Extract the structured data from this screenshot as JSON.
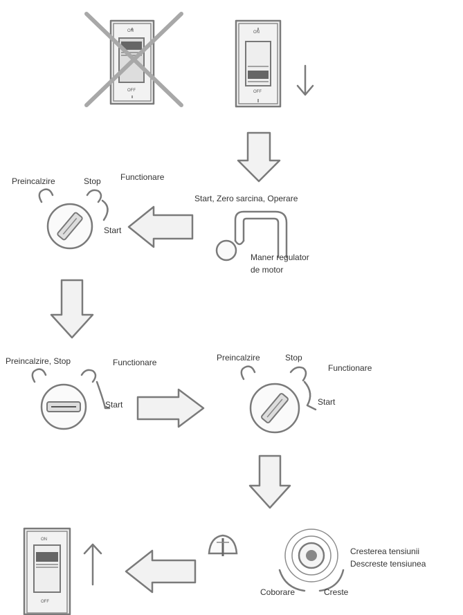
{
  "switch_labels": {
    "on": "ON",
    "off": "OFF"
  },
  "step2": {
    "preheat": "Preincalzire",
    "stop": "Stop",
    "run": "Functionare",
    "start": "Start",
    "throttle_positions": "Start, Zero sarcina, Operare",
    "throttle_caption_line1": "Maner regulator",
    "throttle_caption_line2": "de motor"
  },
  "step3_left": {
    "preheat_stop": "Preincalzire, Stop",
    "run": "Functionare",
    "start": "Start"
  },
  "step3_right": {
    "preheat": "Preincalzire",
    "stop": "Stop",
    "run": "Functionare",
    "start": "Start"
  },
  "step4": {
    "increase_voltage": "Cresterea tensiunii",
    "decrease_voltage": "Descreste tensiunea",
    "lower": "Coborare",
    "raise": "Creste"
  },
  "colors": {
    "stroke": "#7a7a7a",
    "text": "#333333",
    "fill": "#e9e9e9"
  }
}
